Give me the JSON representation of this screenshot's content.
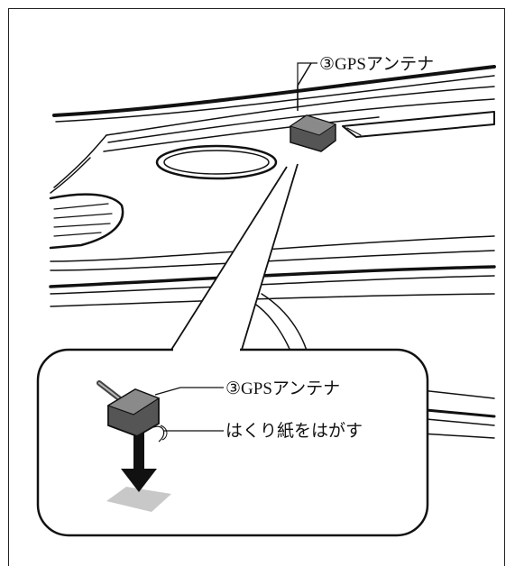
{
  "figure": {
    "top_label": "③GPSアンテナ",
    "detail_label_antenna": "③GPSアンテナ",
    "detail_label_peel": "はくり紙をはがす"
  },
  "colors": {
    "line": "#111111",
    "antenna_fill": "#555555",
    "antenna_top": "#8a8a8a",
    "mount_surface": "#c8c8c8",
    "arrow": "#111111"
  }
}
